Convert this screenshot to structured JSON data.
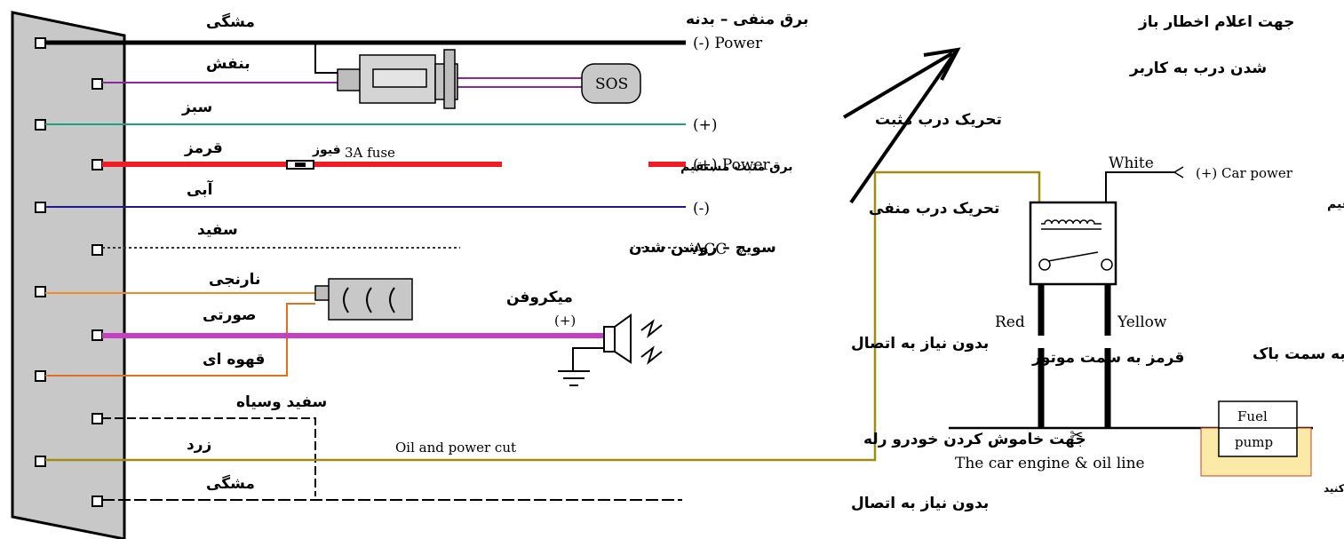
{
  "colors": {
    "black": "#000000",
    "purple": "#8a2a9a",
    "green": "#1aa37a",
    "red": "#ee1c24",
    "blue": "#1a1a8c",
    "orange": "#f08a2a",
    "magenta": "#c43fc4",
    "brown": "#e07020",
    "olive": "#a08c10",
    "panel": "#c8c8c8",
    "fuel_box": "#fbe9a8"
  },
  "wires": [
    {
      "id": "w1",
      "color_name": "مشگی",
      "right_label_fa": "برق منفی – بدنه",
      "end_label": "(-) Power"
    },
    {
      "id": "w2",
      "color_name": "بنفش",
      "device": "SOS"
    },
    {
      "id": "w3",
      "color_name": "سبز",
      "right_label_fa": "تحریک درب مثبت",
      "end_label": "(+)"
    },
    {
      "id": "w4",
      "color_name": "قرمز",
      "fuse_label_fa": "فیوز",
      "fuse_label_en": "3A fuse",
      "right_label_fa": "برق مثبت مستقیم",
      "end_label": "(+) Power"
    },
    {
      "id": "w5",
      "color_name": "آبی",
      "right_label_fa": "تحریک درب منفی",
      "end_label": "(-)"
    },
    {
      "id": "w6",
      "color_name": "سفید",
      "right_label_fa": "سویچ – روشن شدن",
      "end_label": "ACC"
    },
    {
      "id": "w7",
      "color_name": "نارنجی",
      "device": "میکروفن"
    },
    {
      "id": "w8",
      "color_name": "صورتی",
      "plus": "(+)",
      "right_label_fa": "بدون نیاز به اتصال"
    },
    {
      "id": "w9",
      "color_name": "قهوه ای"
    },
    {
      "id": "w10",
      "color_name": "سفید وسیاه"
    },
    {
      "id": "w11",
      "color_name": "زرد",
      "mid_label_en": "Oil and power cut",
      "right_label_fa": "جهت خاموش کردن خودرو  رله"
    },
    {
      "id": "w12",
      "color_name": "مشگی",
      "right_label_fa": "بدون نیاز به اتصال"
    }
  ],
  "alert": {
    "line1": "جهت اعلام اخطار باز",
    "line2": "شدن درب به کاربر"
  },
  "relay": {
    "white_label": "White",
    "car_power": "(+) Car power",
    "car_power_fa": "سفید برق مثبت مستقیم",
    "red_label": "Red",
    "yellow_label": "Yellow",
    "red_fa": "قرمز به سمت موتور",
    "yellow_fa": "زرد به سمت باک",
    "oil_line": "The car engine & oil line",
    "note_fa": "سیم برق بعد از سویچ را قطع کرده و این دو سیم را جایگزین کنید",
    "fuel_line1": "Fuel",
    "fuel_line2": "pump"
  }
}
